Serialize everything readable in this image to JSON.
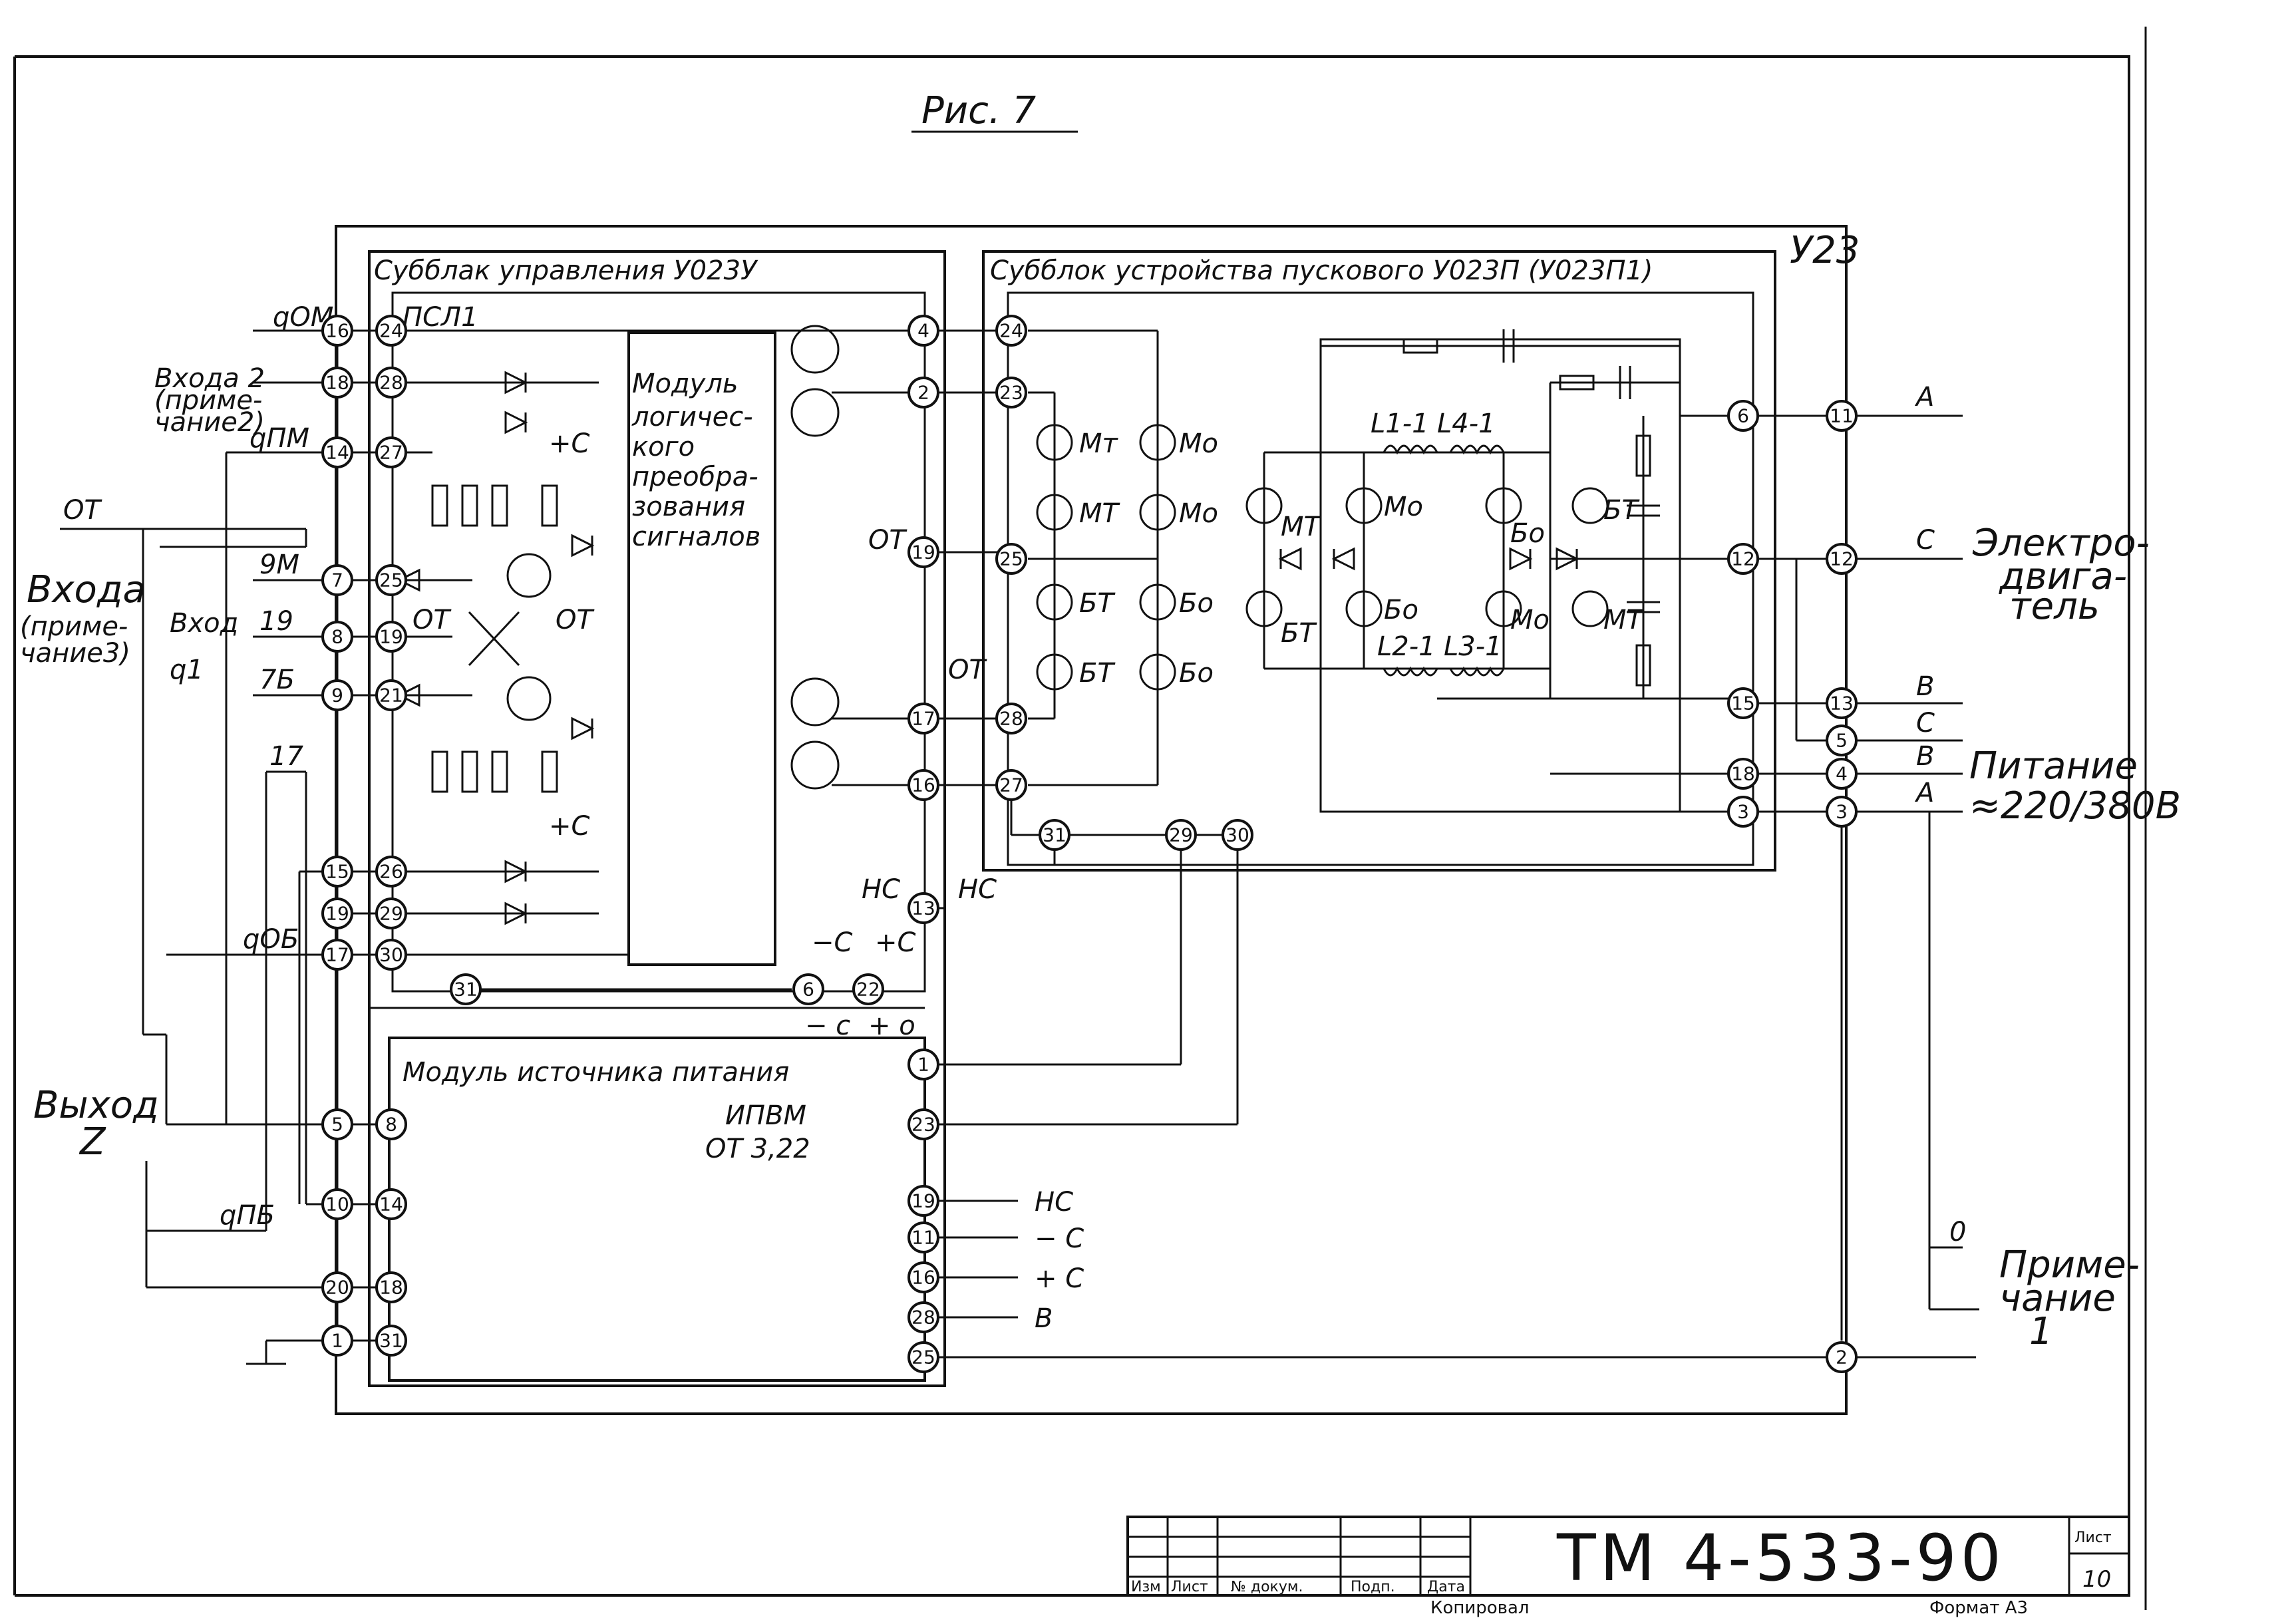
{
  "figure_title": "Рис. 7",
  "unit_label": "У23",
  "subblocks": {
    "control": "Субблак управления У023У",
    "starter": "Субблок устройства пускового У023П (У023П1)"
  },
  "modules": {
    "psl": "ПСЛ1",
    "logic": [
      "Модуль",
      "логичес-",
      "кого",
      "преобра-",
      "зования",
      "сигналов"
    ],
    "power": [
      "Модуль источника питания",
      "ИПВМ",
      "ОТ 3,22"
    ]
  },
  "left_labels": {
    "inputs2": [
      "Входа 2",
      "(приме-",
      "чание2)"
    ],
    "ot": "ОТ",
    "inputs": [
      "Входа",
      "(приме-",
      "чание3)"
    ],
    "input_q1": [
      "Вход",
      "q1"
    ],
    "output": [
      "Выход",
      "Z"
    ],
    "wires": [
      "qОМ",
      "qПМ",
      "9М",
      "19",
      "7Б",
      "17",
      "qОБ",
      "qПБ"
    ]
  },
  "right_labels": {
    "motor": [
      "Электро-",
      "двига-",
      "тель"
    ],
    "power": [
      "Питание",
      "≈220/380В"
    ],
    "note": [
      "Приме-",
      "чание",
      "1"
    ],
    "phases": [
      "А",
      "С",
      "В",
      "С",
      "В",
      "А",
      "0"
    ]
  },
  "signals": {
    "ot": "ОТ",
    "nc": "НС",
    "plus_c": "+С",
    "minus_c": "−С",
    "minus_c2": "− с",
    "plus_o": "+ о",
    "hc_out": "НС",
    "mc_out": "− С",
    "pc_out": "+ С",
    "b_out": "В"
  },
  "devices": {
    "leds": [
      "Мт",
      "МТ",
      "БТ",
      "БТ",
      "Мо",
      "Мо",
      "Бо",
      "Бо",
      "МТ",
      "БТ",
      "Мо",
      "Бо",
      "Бо",
      "Мо",
      "БТ",
      "МТ"
    ],
    "coils": [
      "L1-1",
      "L4-1",
      "L2-1",
      "L3-1"
    ]
  },
  "pins": {
    "c1": [
      "16",
      "18",
      "14",
      "7",
      "8",
      "9",
      "15",
      "19",
      "17",
      "5",
      "10",
      "20",
      "1"
    ],
    "c2": [
      "24",
      "28",
      "27",
      "25",
      "19",
      "21",
      "26",
      "29",
      "30",
      "8",
      "14",
      "18",
      "31"
    ],
    "out": [
      "4",
      "2",
      "19",
      "17",
      "16",
      "13"
    ],
    "start": [
      "24",
      "23",
      "25",
      "28",
      "27",
      "31",
      "29",
      "30"
    ],
    "right": [
      "6",
      "12",
      "15",
      "18",
      "3"
    ],
    "term": [
      "11",
      "12",
      "13",
      "5",
      "4",
      "3",
      "2"
    ],
    "misc": [
      "31",
      "6",
      "22"
    ],
    "psu": [
      "1",
      "23",
      "19",
      "11",
      "16",
      "28",
      "25"
    ]
  },
  "title_block": {
    "doc_number": "ТМ 4-533-90",
    "sheet_label": "Лист",
    "sheet_number": "10",
    "headers": [
      "Изм",
      "Лист",
      "№ докум.",
      "Подп.",
      "Дата"
    ],
    "copied": "Копировал",
    "format": "Формат А3"
  }
}
